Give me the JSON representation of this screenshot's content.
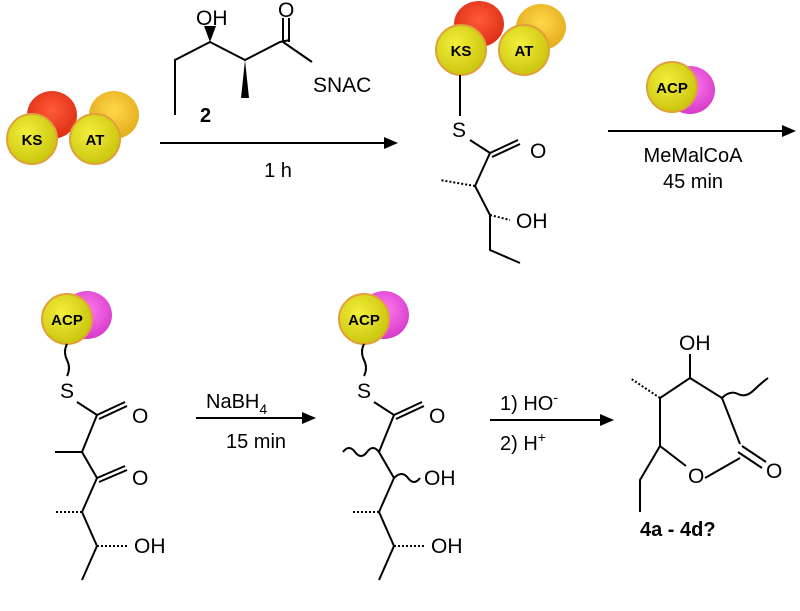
{
  "domains": {
    "ks": "KS",
    "at": "AT",
    "acp": "ACP"
  },
  "substrate": {
    "oh": "OH",
    "snac": "SNAC",
    "o": "O",
    "number": "2"
  },
  "step1": {
    "condition": "1 h"
  },
  "step2": {
    "reagent": "MeMalCoA",
    "time": "45 min"
  },
  "step3": {
    "reagent_main": "NaBH",
    "reagent_sub": "4",
    "time": "15 min"
  },
  "step4": {
    "line1_main": "1) HO",
    "line1_sup": "-",
    "line2_main": "2) H",
    "line2_sup": "+"
  },
  "atoms": {
    "s": "S",
    "o": "O",
    "oh": "OH"
  },
  "product": {
    "label": "4a - 4d?"
  },
  "colors": {
    "domain_yellow": "#d9d21a",
    "domain_border": "#e0a03a",
    "ks_back": "#e8331c",
    "at_back": "#f0c020",
    "acp_back": "#e84ee0"
  }
}
